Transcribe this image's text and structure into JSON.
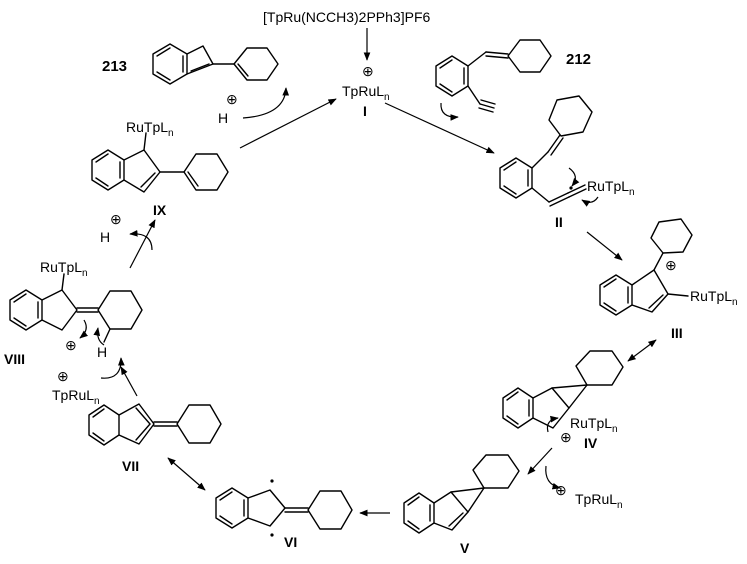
{
  "catalyst_precursor": "[TpRu(NCCH3)2PPh3]PF6",
  "catalyst": {
    "text": "TpRuL",
    "subscript": "n",
    "charge": "⊕",
    "label": "I"
  },
  "compounds": {
    "c212": "212",
    "c213": "213",
    "II": "II",
    "III": "III",
    "IV": "IV",
    "V": "V",
    "VI": "VI",
    "VII": "VII",
    "VIII": "VIII",
    "IX": "IX"
  },
  "fragments": {
    "ru_sub": "RuTpL",
    "ru_sub_n": "n",
    "ru_right": "RuTpL",
    "ru_right_n": "n",
    "tpru": "TpRuL",
    "tpru_n": "n",
    "proton": "H",
    "plus": "⊕",
    "hydrogen": "H"
  }
}
